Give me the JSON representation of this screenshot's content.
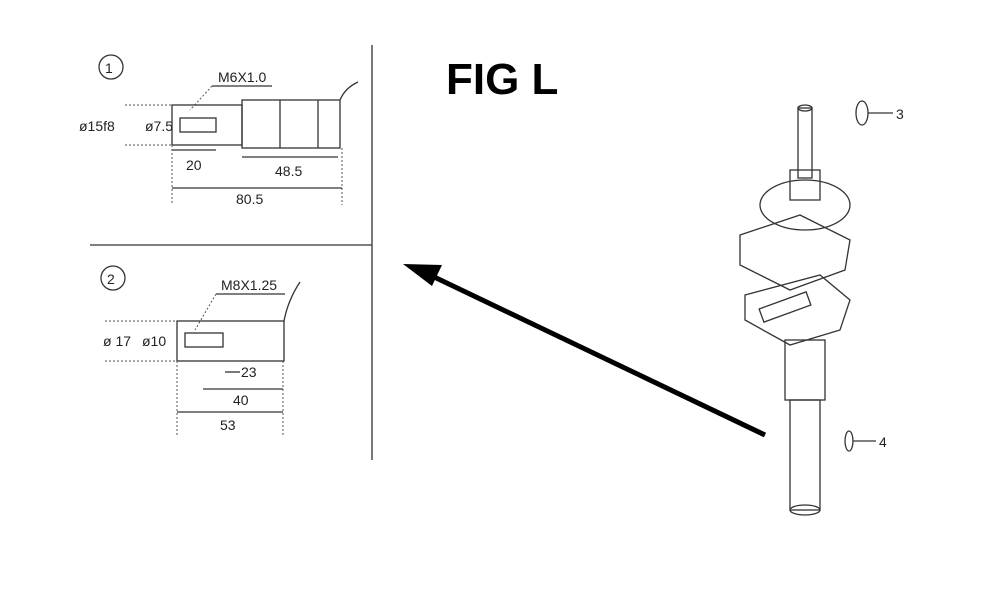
{
  "figure": {
    "title": "FIG L",
    "detail_1": {
      "number": "1",
      "thread": "M6X1.0",
      "outer_diameter": "ø15f8",
      "inner_diameter": "ø7.5",
      "dim_a": "20",
      "dim_b": "48.5",
      "dim_total": "80.5"
    },
    "detail_2": {
      "number": "2",
      "thread": "M8X1.25",
      "outer_diameter": "ø 17",
      "inner_diameter": "ø10",
      "dim_a": "23",
      "dim_b": "40",
      "dim_total": "53"
    },
    "callouts": [
      "3",
      "4"
    ]
  }
}
